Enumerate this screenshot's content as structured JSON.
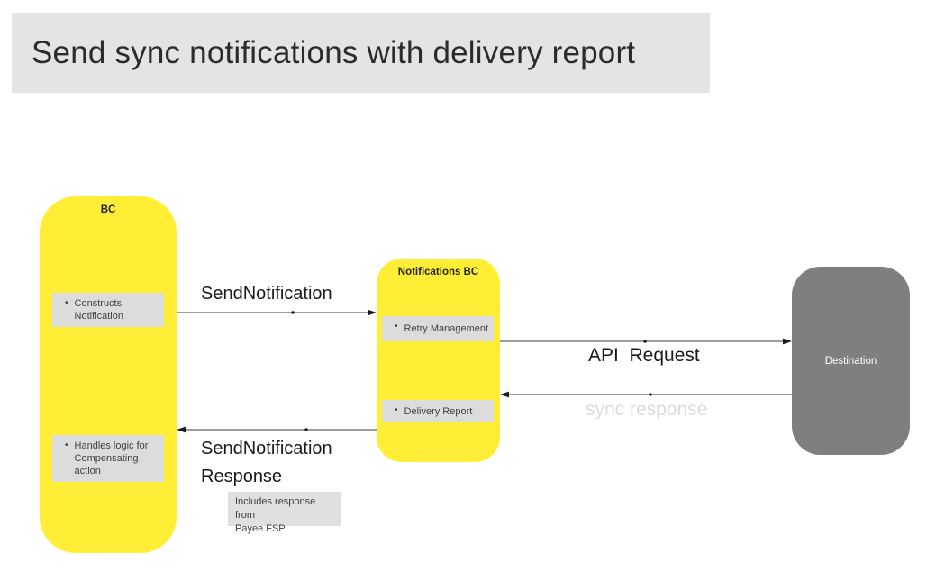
{
  "title": "Send sync notifications with delivery report",
  "colors": {
    "banner_bg": "#e4e4e4",
    "actor_yellow": "#ffee35",
    "subitem_gray": "#dcdcdc",
    "note_gray": "#e0e0e0",
    "destination_gray": "#7f7f7f",
    "arrow_line": "#3b3b3b",
    "faded_label": "#dcdcdc"
  },
  "actors": {
    "bc": {
      "label": "BC",
      "items": [
        "Constructs Notification",
        "Handles logic for Compensating action"
      ]
    },
    "notifications_bc": {
      "label": "Notifications BC",
      "items": [
        "Retry Management",
        "Delivery Report"
      ]
    },
    "destination": {
      "label": "Destination"
    }
  },
  "arrows": {
    "send_notification": "SendNotification",
    "send_notification_response": "SendNotification Response",
    "api_request": "API  Request",
    "sync_response": "sync response"
  },
  "note": {
    "lines": [
      "Includes response from",
      "Payee FSP"
    ]
  }
}
